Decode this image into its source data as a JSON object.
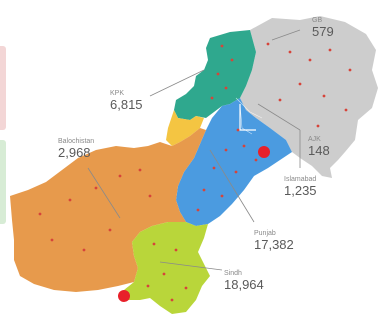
{
  "map": {
    "regions": [
      {
        "id": "gb",
        "name": "GB",
        "value": "579",
        "color": "#cdcdcd"
      },
      {
        "id": "kpk",
        "name": "KPK",
        "value": "6,815",
        "color": "#2fa88e"
      },
      {
        "id": "balochistan",
        "name": "Balochistan",
        "value": "2,968",
        "color": "#e79a4c"
      },
      {
        "id": "ajk",
        "name": "AJK",
        "value": "148",
        "color": "#cdcdcd"
      },
      {
        "id": "islamabad",
        "name": "Islamabad",
        "value": "1,235",
        "color": "#f4c542"
      },
      {
        "id": "punjab",
        "name": "Punjab",
        "value": "17,382",
        "color": "#4b9be0"
      },
      {
        "id": "sindh",
        "name": "Sindh",
        "value": "18,964",
        "color": "#b9d63a"
      }
    ],
    "hotspot_color": "#e8202a",
    "tab_colors": [
      "#f3d6d6",
      "#d7ecd5"
    ]
  }
}
